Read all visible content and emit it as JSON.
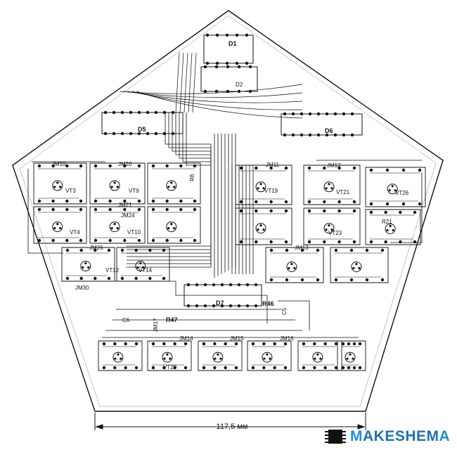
{
  "figure": {
    "dimension_label": "117,5 мм",
    "logo": {
      "first_letter": "M",
      "middle": "AKESHEM",
      "last_letter": "A",
      "icon": "ic-chip-icon"
    },
    "ink_color": "#111111",
    "background": "#ffffff",
    "labels": {
      "D1": "D1",
      "D2": "D2",
      "D5": "D5",
      "D6": "D6",
      "D7": "D7",
      "R46": "R46",
      "R47": "R47",
      "C5": "C5",
      "C6": "C6",
      "JM10": "JM10",
      "JM11": "JM11",
      "JM12": "JM12",
      "JM13": "JM13",
      "JM14": "JM14",
      "JM15": "JM15",
      "JM16": "JM16",
      "JM17": "JM17",
      "JM20": "JM20",
      "JM21": "JM21",
      "JM24": "JM24",
      "JM26": "JM26",
      "JM30": "JM30",
      "R8": "R8",
      "R21": "R21",
      "VT3": "VT3",
      "VT4": "VT4",
      "VT9": "VT9",
      "VT10": "VT10",
      "VT12": "VT12",
      "VT14": "VT14",
      "VT19": "VT19",
      "VT21": "VT21",
      "VT23": "VT23",
      "VT26": "VT26",
      "VT29": "VT29"
    }
  }
}
